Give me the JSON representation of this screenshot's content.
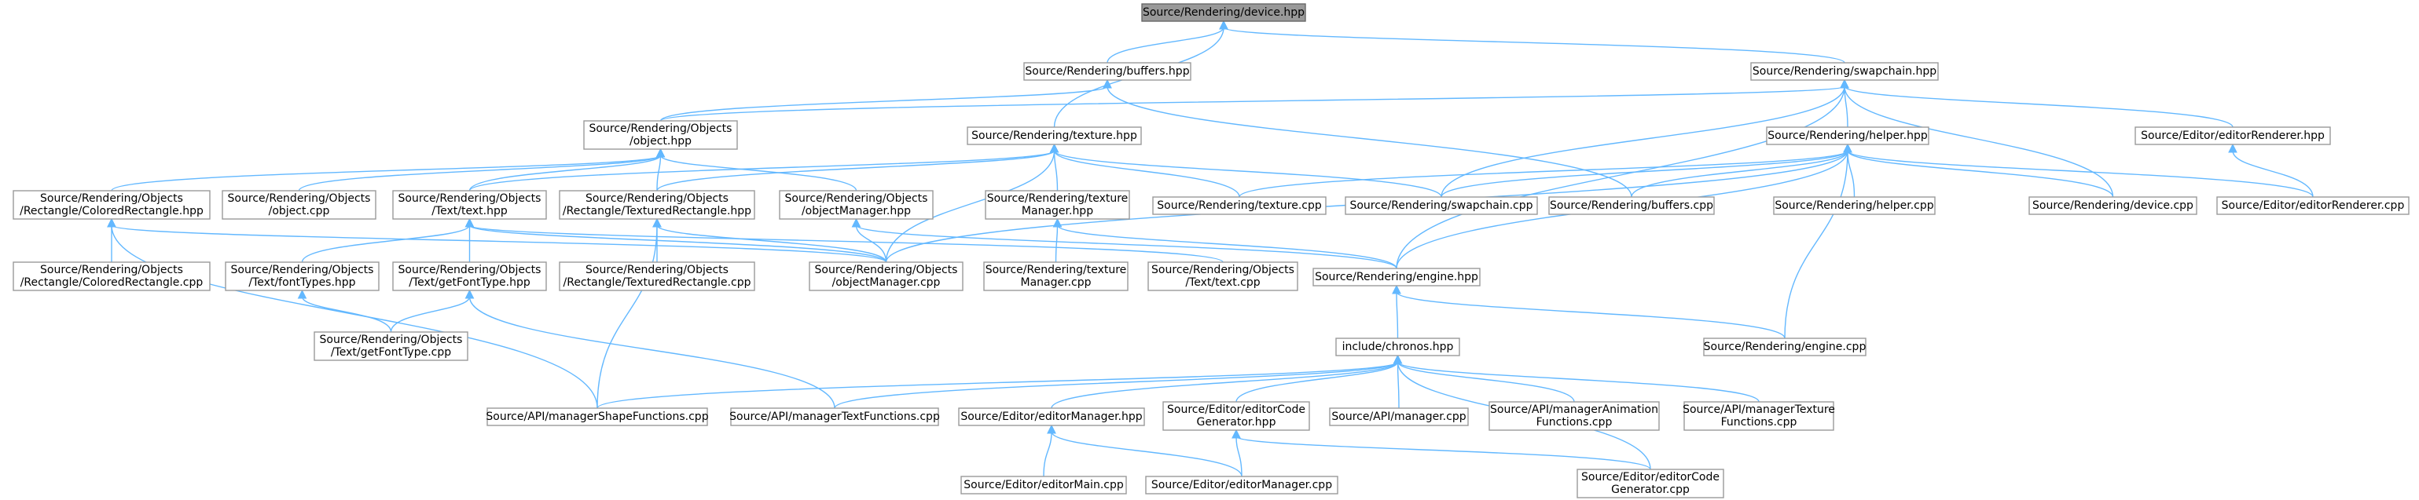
{
  "diagram": {
    "nodes": [
      {
        "id": "device_hpp",
        "lines": [
          "Source/Rendering/device.hpp"
        ],
        "root": true
      },
      {
        "id": "buffers_hpp",
        "lines": [
          "Source/Rendering/buffers.hpp"
        ]
      },
      {
        "id": "swapchain_hpp",
        "lines": [
          "Source/Rendering/swapchain.hpp"
        ]
      },
      {
        "id": "object_hpp",
        "lines": [
          "Source/Rendering/Objects",
          "/object.hpp"
        ]
      },
      {
        "id": "texture_hpp",
        "lines": [
          "Source/Rendering/texture.hpp"
        ]
      },
      {
        "id": "helper_hpp",
        "lines": [
          "Source/Rendering/helper.hpp"
        ]
      },
      {
        "id": "editorRenderer_hpp",
        "lines": [
          "Source/Editor/editorRenderer.hpp"
        ]
      },
      {
        "id": "coloredRect_hpp",
        "lines": [
          "Source/Rendering/Objects",
          "/Rectangle/ColoredRectangle.hpp"
        ]
      },
      {
        "id": "object_cpp",
        "lines": [
          "Source/Rendering/Objects",
          "/object.cpp"
        ]
      },
      {
        "id": "text_hpp",
        "lines": [
          "Source/Rendering/Objects",
          "/Text/text.hpp"
        ]
      },
      {
        "id": "texturedRect_hpp",
        "lines": [
          "Source/Rendering/Objects",
          "/Rectangle/TexturedRectangle.hpp"
        ]
      },
      {
        "id": "objectManager_hpp",
        "lines": [
          "Source/Rendering/Objects",
          "/objectManager.hpp"
        ]
      },
      {
        "id": "textureManager_hpp",
        "lines": [
          "Source/Rendering/texture",
          "Manager.hpp"
        ]
      },
      {
        "id": "texture_cpp",
        "lines": [
          "Source/Rendering/texture.cpp"
        ]
      },
      {
        "id": "swapchain_cpp",
        "lines": [
          "Source/Rendering/swapchain.cpp"
        ]
      },
      {
        "id": "buffers_cpp",
        "lines": [
          "Source/Rendering/buffers.cpp"
        ]
      },
      {
        "id": "helper_cpp",
        "lines": [
          "Source/Rendering/helper.cpp"
        ]
      },
      {
        "id": "device_cpp",
        "lines": [
          "Source/Rendering/device.cpp"
        ]
      },
      {
        "id": "editorRenderer_cpp",
        "lines": [
          "Source/Editor/editorRenderer.cpp"
        ]
      },
      {
        "id": "coloredRect_cpp",
        "lines": [
          "Source/Rendering/Objects",
          "/Rectangle/ColoredRectangle.cpp"
        ]
      },
      {
        "id": "fontTypes_hpp",
        "lines": [
          "Source/Rendering/Objects",
          "/Text/fontTypes.hpp"
        ]
      },
      {
        "id": "getFontType_hpp",
        "lines": [
          "Source/Rendering/Objects",
          "/Text/getFontType.hpp"
        ]
      },
      {
        "id": "texturedRect_cpp",
        "lines": [
          "Source/Rendering/Objects",
          "/Rectangle/TexturedRectangle.cpp"
        ]
      },
      {
        "id": "objectManager_cpp",
        "lines": [
          "Source/Rendering/Objects",
          "/objectManager.cpp"
        ]
      },
      {
        "id": "textureManager_cpp",
        "lines": [
          "Source/Rendering/texture",
          "Manager.cpp"
        ]
      },
      {
        "id": "text_cpp",
        "lines": [
          "Source/Rendering/Objects",
          "/Text/text.cpp"
        ]
      },
      {
        "id": "engine_hpp",
        "lines": [
          "Source/Rendering/engine.hpp"
        ]
      },
      {
        "id": "getFontType_cpp",
        "lines": [
          "Source/Rendering/Objects",
          "/Text/getFontType.cpp"
        ]
      },
      {
        "id": "chronos_hpp",
        "lines": [
          "include/chronos.hpp"
        ]
      },
      {
        "id": "engine_cpp",
        "lines": [
          "Source/Rendering/engine.cpp"
        ]
      },
      {
        "id": "managerShape_cpp",
        "lines": [
          "Source/API/managerShapeFunctions.cpp"
        ]
      },
      {
        "id": "managerText_cpp",
        "lines": [
          "Source/API/managerTextFunctions.cpp"
        ]
      },
      {
        "id": "editorManager_hpp",
        "lines": [
          "Source/Editor/editorManager.hpp"
        ]
      },
      {
        "id": "editorCodeGen_hpp",
        "lines": [
          "Source/Editor/editorCode",
          "Generator.hpp"
        ]
      },
      {
        "id": "apiManager_cpp",
        "lines": [
          "Source/API/manager.cpp"
        ]
      },
      {
        "id": "managerAnim_cpp",
        "lines": [
          "Source/API/managerAnimation",
          "Functions.cpp"
        ]
      },
      {
        "id": "managerTexture_cpp",
        "lines": [
          "Source/API/managerTexture",
          "Functions.cpp"
        ]
      },
      {
        "id": "editorMain_cpp",
        "lines": [
          "Source/Editor/editorMain.cpp"
        ]
      },
      {
        "id": "editorManager_cpp",
        "lines": [
          "Source/Editor/editorManager.cpp"
        ]
      },
      {
        "id": "editorCodeGen_cpp",
        "lines": [
          "Source/Editor/editorCode",
          "Generator.cpp"
        ]
      }
    ],
    "edges": [
      [
        "device_hpp",
        "buffers_hpp"
      ],
      [
        "device_hpp",
        "swapchain_hpp"
      ],
      [
        "device_hpp",
        "texture_hpp"
      ],
      [
        "buffers_hpp",
        "object_hpp"
      ],
      [
        "buffers_hpp",
        "buffers_cpp"
      ],
      [
        "swapchain_hpp",
        "object_hpp"
      ],
      [
        "swapchain_hpp",
        "helper_hpp"
      ],
      [
        "swapchain_hpp",
        "editorRenderer_hpp"
      ],
      [
        "swapchain_hpp",
        "swapchain_cpp"
      ],
      [
        "swapchain_hpp",
        "device_cpp"
      ],
      [
        "swapchain_hpp",
        "engine_hpp"
      ],
      [
        "object_hpp",
        "coloredRect_hpp"
      ],
      [
        "object_hpp",
        "object_cpp"
      ],
      [
        "object_hpp",
        "text_hpp"
      ],
      [
        "object_hpp",
        "texturedRect_hpp"
      ],
      [
        "object_hpp",
        "objectManager_hpp"
      ],
      [
        "texture_hpp",
        "text_hpp"
      ],
      [
        "texture_hpp",
        "texturedRect_hpp"
      ],
      [
        "texture_hpp",
        "textureManager_hpp"
      ],
      [
        "texture_hpp",
        "texture_cpp"
      ],
      [
        "texture_hpp",
        "swapchain_cpp"
      ],
      [
        "texture_hpp",
        "objectManager_cpp"
      ],
      [
        "helper_hpp",
        "texture_cpp"
      ],
      [
        "helper_hpp",
        "swapchain_cpp"
      ],
      [
        "helper_hpp",
        "buffers_cpp"
      ],
      [
        "helper_hpp",
        "helper_cpp"
      ],
      [
        "helper_hpp",
        "device_cpp"
      ],
      [
        "helper_hpp",
        "editorRenderer_cpp"
      ],
      [
        "helper_hpp",
        "objectManager_cpp"
      ],
      [
        "helper_hpp",
        "engine_hpp"
      ],
      [
        "helper_hpp",
        "engine_cpp"
      ],
      [
        "editorRenderer_hpp",
        "editorRenderer_cpp"
      ],
      [
        "coloredRect_hpp",
        "coloredRect_cpp"
      ],
      [
        "coloredRect_hpp",
        "objectManager_cpp"
      ],
      [
        "coloredRect_hpp",
        "managerShape_cpp"
      ],
      [
        "text_hpp",
        "fontTypes_hpp"
      ],
      [
        "text_hpp",
        "getFontType_hpp"
      ],
      [
        "text_hpp",
        "objectManager_cpp"
      ],
      [
        "text_hpp",
        "text_cpp"
      ],
      [
        "texturedRect_hpp",
        "texturedRect_cpp"
      ],
      [
        "texturedRect_hpp",
        "objectManager_cpp"
      ],
      [
        "texturedRect_hpp",
        "managerShape_cpp"
      ],
      [
        "objectManager_hpp",
        "objectManager_cpp"
      ],
      [
        "objectManager_hpp",
        "engine_hpp"
      ],
      [
        "textureManager_hpp",
        "textureManager_cpp"
      ],
      [
        "textureManager_hpp",
        "engine_hpp"
      ],
      [
        "fontTypes_hpp",
        "getFontType_cpp"
      ],
      [
        "getFontType_hpp",
        "getFontType_cpp"
      ],
      [
        "getFontType_hpp",
        "managerText_cpp"
      ],
      [
        "engine_hpp",
        "chronos_hpp"
      ],
      [
        "engine_hpp",
        "engine_cpp"
      ],
      [
        "chronos_hpp",
        "managerShape_cpp"
      ],
      [
        "chronos_hpp",
        "managerText_cpp"
      ],
      [
        "chronos_hpp",
        "editorManager_hpp"
      ],
      [
        "chronos_hpp",
        "editorCodeGen_hpp"
      ],
      [
        "chronos_hpp",
        "apiManager_cpp"
      ],
      [
        "chronos_hpp",
        "managerAnim_cpp"
      ],
      [
        "chronos_hpp",
        "managerTexture_cpp"
      ],
      [
        "chronos_hpp",
        "editorCodeGen_cpp"
      ],
      [
        "editorManager_hpp",
        "editorMain_cpp"
      ],
      [
        "editorManager_hpp",
        "editorManager_cpp"
      ],
      [
        "editorCodeGen_hpp",
        "editorManager_cpp"
      ],
      [
        "editorCodeGen_hpp",
        "editorCodeGen_cpp"
      ]
    ],
    "colors": {
      "edge": "#63b8ff",
      "node_border": "#999999",
      "root_fill": "#999999"
    }
  }
}
